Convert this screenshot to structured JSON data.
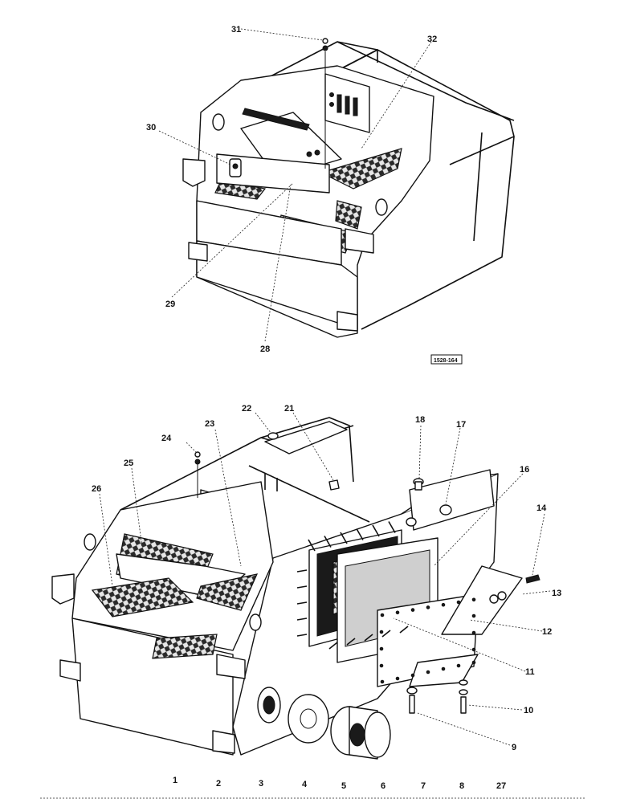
{
  "drawing_code": "1528-164",
  "upper_callouts": [
    {
      "id": "31",
      "label": "31"
    },
    {
      "id": "32",
      "label": "32"
    },
    {
      "id": "30",
      "label": "30"
    },
    {
      "id": "29",
      "label": "29"
    },
    {
      "id": "28",
      "label": "28"
    }
  ],
  "lower_callouts": [
    {
      "id": "22",
      "label": "22"
    },
    {
      "id": "21",
      "label": "21"
    },
    {
      "id": "18",
      "label": "18"
    },
    {
      "id": "17",
      "label": "17"
    },
    {
      "id": "24",
      "label": "24"
    },
    {
      "id": "23",
      "label": "23"
    },
    {
      "id": "16",
      "label": "16"
    },
    {
      "id": "25",
      "label": "25"
    },
    {
      "id": "26",
      "label": "26"
    },
    {
      "id": "14",
      "label": "14"
    },
    {
      "id": "13",
      "label": "13"
    },
    {
      "id": "12",
      "label": "12"
    },
    {
      "id": "11",
      "label": "11"
    },
    {
      "id": "10",
      "label": "10"
    },
    {
      "id": "9",
      "label": "9"
    }
  ],
  "bottom_numbers": [
    "1",
    "2",
    "3",
    "4",
    "5",
    "6",
    "7",
    "8",
    "27"
  ]
}
